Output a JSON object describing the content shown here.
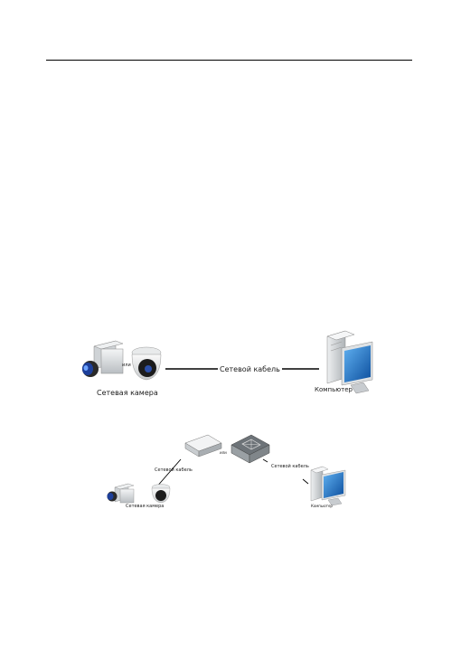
{
  "diagram1": {
    "camera_label": "Сетевая камера",
    "or_label": "или",
    "cable_label": "Сетевой кабель",
    "computer_label": "Компьютер"
  },
  "diagram2": {
    "or_label": "или",
    "cable_label_left": "Сетевой кабель",
    "cable_label_right": "Сетевой кабель",
    "camera_label": "Сетевая камера",
    "computer_label": "Компьютер"
  },
  "colors": {
    "screen_blue": "#1f74c4",
    "case_gray": "#d6d9db",
    "lens_blue": "#1d3f9a",
    "line": "#000000"
  }
}
